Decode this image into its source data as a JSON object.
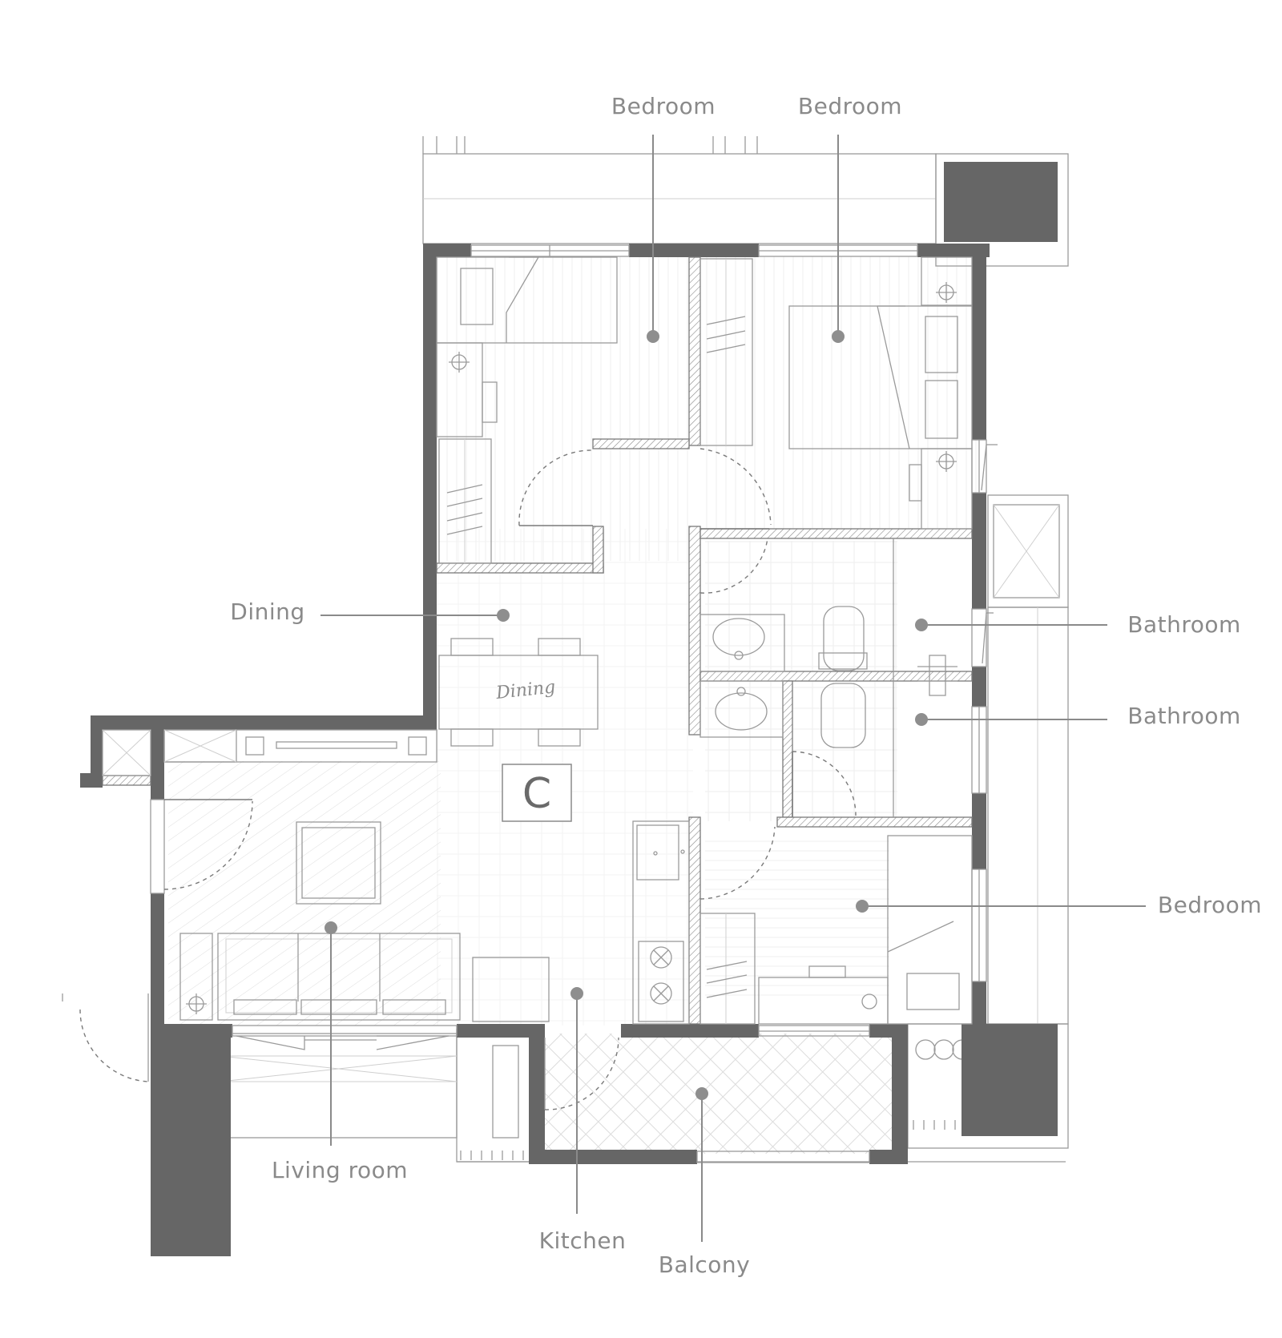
{
  "floorplan": {
    "unit_marker": "C",
    "table_text": "Dining",
    "colors": {
      "wall": "#666666",
      "line": "#9a9a9a",
      "label": "#8a8a8a",
      "dot": "#8e8e8e"
    },
    "rooms": [
      {
        "key": "bedroom_1",
        "label": "Bedroom"
      },
      {
        "key": "bedroom_2",
        "label": "Bedroom"
      },
      {
        "key": "dining",
        "label": "Dining"
      },
      {
        "key": "bathroom_1",
        "label": "Bathroom"
      },
      {
        "key": "bathroom_2",
        "label": "Bathroom"
      },
      {
        "key": "bedroom_3",
        "label": "Bedroom"
      },
      {
        "key": "living_room",
        "label": "Living room"
      },
      {
        "key": "kitchen",
        "label": "Kitchen"
      },
      {
        "key": "balcony",
        "label": "Balcony"
      }
    ]
  }
}
